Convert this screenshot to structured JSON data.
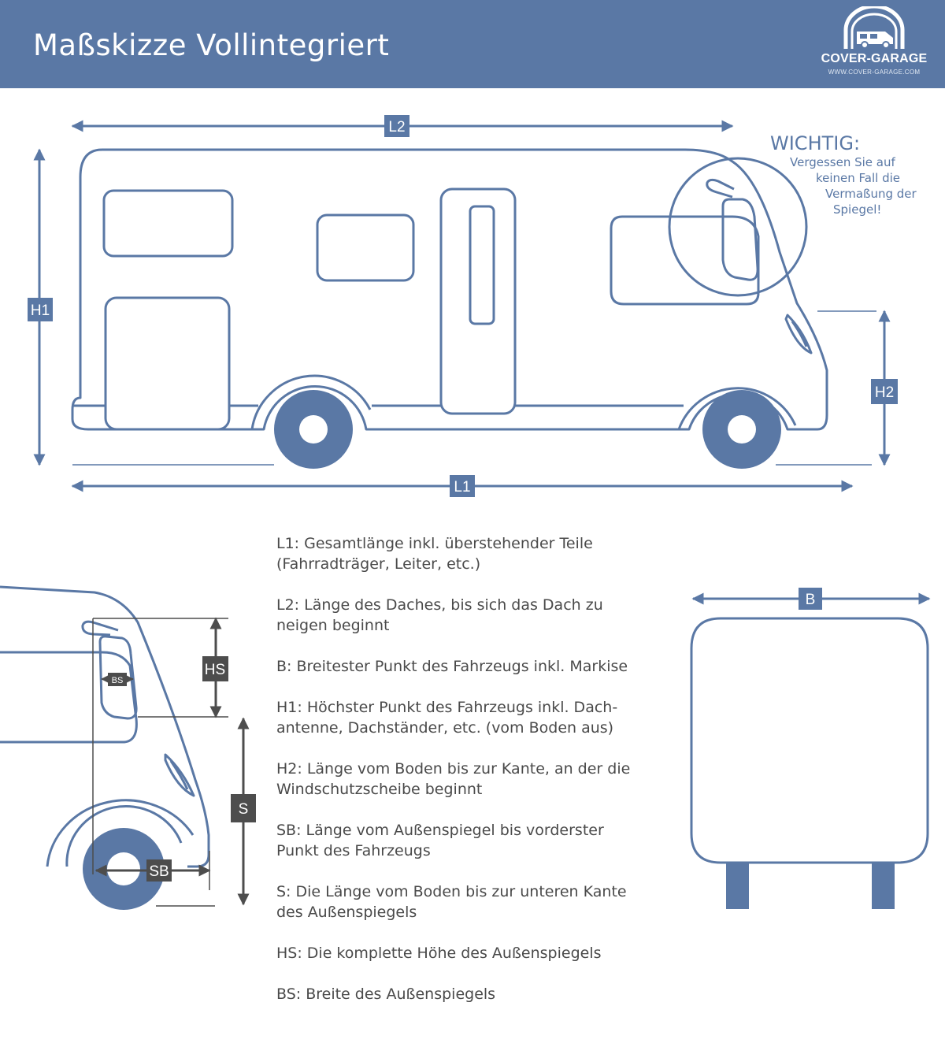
{
  "header": {
    "title": "Maßskizze Vollintegriert",
    "bg_color": "#5a78a5"
  },
  "logo": {
    "name": "COVER-GARAGE",
    "url": "WWW.COVER-GARAGE.COM",
    "icon": "garage-camper-icon"
  },
  "colors": {
    "primary": "#5a78a5",
    "dark_label": "#4d4d4d",
    "text": "#4a4a4a"
  },
  "side_view": {
    "dimension_labels": {
      "l1": "L1",
      "l2": "L2",
      "h1": "H1",
      "h2": "H2"
    }
  },
  "important_note": {
    "title": "WICHTIG:",
    "lines": [
      "Vergessen Sie auf",
      "keinen Fall die",
      "Vermaßung der",
      "Spiegel!"
    ]
  },
  "front_detail": {
    "dimension_labels": {
      "hs": "HS",
      "bs": "BS",
      "s": "S",
      "sb": "SB"
    }
  },
  "rear_view": {
    "dimension_labels": {
      "b": "B"
    }
  },
  "legend": [
    {
      "line1": "L1: Gesamtlänge inkl. überstehender Teile",
      "line2": "(Fahrradträger, Leiter, etc.)"
    },
    {
      "line1": "L2: Länge des Daches, bis sich das Dach zu",
      "line2": "neigen beginnt"
    },
    {
      "line1": "B: Breitester Punkt des Fahrzeugs inkl. Markise",
      "line2": ""
    },
    {
      "line1": "H1: Höchster Punkt des Fahrzeugs inkl. Dach-",
      "line2": "antenne, Dachständer, etc. (vom Boden aus)"
    },
    {
      "line1": "H2: Länge vom Boden bis zur Kante, an der die",
      "line2": "Windschutzscheibe beginnt"
    },
    {
      "line1": "SB: Länge vom Außenspiegel bis vorderster",
      "line2": "Punkt des Fahrzeugs"
    },
    {
      "line1": "S: Die Länge vom Boden bis zur unteren Kante",
      "line2": "des Außenspiegels"
    },
    {
      "line1": "HS: Die komplette Höhe des Außenspiegels",
      "line2": ""
    },
    {
      "line1": "BS: Breite des Außenspiegels",
      "line2": ""
    }
  ]
}
